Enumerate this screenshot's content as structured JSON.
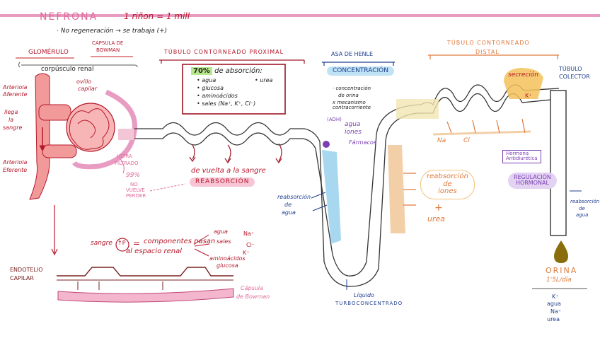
{
  "title": {
    "left": "NEFRONA",
    "right": "1 riñon = 1 mill"
  },
  "subtitle": "· No regeneración → se trabaja (+)",
  "headers": {
    "glomerulo": "GLOMÉRULO",
    "capsula": [
      "CÁPSULA DE",
      "BOWMAN"
    ],
    "corpusculo": "corpúsculo renal",
    "tcp": "TÚBULO CONTORNEADO PROXIMAL",
    "asa": "ASA DE HENLE",
    "tcd": [
      "TÚBULO CONTORNEADO",
      "DISTAL"
    ],
    "colector": [
      "TÚBULO",
      "COLECTOR"
    ]
  },
  "glomerulus_labels": {
    "aferente": [
      "Arteriola",
      "Aferente"
    ],
    "llega": [
      "llega",
      "la",
      "sangre"
    ],
    "eferente": [
      "Arteriola",
      "Eferente"
    ],
    "ovillo": [
      "ovillo",
      "capilar"
    ],
    "ultrafiltrado": [
      "ULTRA",
      "FILTRADO"
    ],
    "percent": "99%",
    "vuelve": [
      "NO",
      "VUELVE",
      "PERDER"
    ]
  },
  "tcp_box": {
    "percent": "70%",
    "text": "de absorción:",
    "items": [
      "agua",
      "glucosa",
      "aminoácidos",
      "sales (Na⁺, K⁺, Cl⁻)"
    ],
    "extra": "urea",
    "vuelta": "de vuelta a la sangre",
    "reabsorcion": "REABSORCIÓN"
  },
  "henle": {
    "concentracion": "CONCENTRACIÓN",
    "notes": [
      "· concentración",
      "  de orina",
      "x mecanismo contracorriente"
    ],
    "agua": [
      "(ADH)",
      "agua",
      "iones"
    ],
    "farmacos": "Fármacos",
    "reabs_agua": [
      "reabsorción",
      "de",
      "agua"
    ],
    "reabs_iones": [
      "reabsorción",
      "de",
      "iones"
    ],
    "mas": "+",
    "urea": "urea",
    "liquido": [
      "Líquido",
      "TURBOCONCENTRADO"
    ]
  },
  "distal": {
    "na": "Na",
    "cl": "Cl",
    "secrecion": "secreción",
    "k": "K⁺",
    "hormona": [
      "Hormona",
      "Antidiurética"
    ],
    "regulacion": [
      "REGULACIÓN",
      "HORMONAL"
    ],
    "reabs_agua": [
      "reabsorción",
      "de",
      "agua"
    ]
  },
  "orina": {
    "label": "ORINA",
    "volume": "1'5L/día",
    "items": [
      "K⁺",
      "agua",
      "Na⁺",
      "urea"
    ]
  },
  "capillary": {
    "sangre": "sangre",
    "symbol": "↑P",
    "eq": "=",
    "text": [
      "componentes pasan",
      "al espacio renal"
    ],
    "list": [
      "agua",
      "Na⁺",
      "sales",
      "Cl⁻",
      "K⁺",
      "aminoácidos",
      "glucosa"
    ],
    "endotelio": [
      "ENDOTELIO",
      "CAPILAR"
    ],
    "capsula": [
      "Cápsula",
      "de Bowman"
    ]
  },
  "colors": {
    "pink": "#e06a9a",
    "red": "#b5182a",
    "orange": "#e07a3c",
    "blue": "#8ec9ea",
    "peach": "#f3cfa8",
    "purple": "#7b3fb3",
    "gold": "#8a6d0b"
  }
}
